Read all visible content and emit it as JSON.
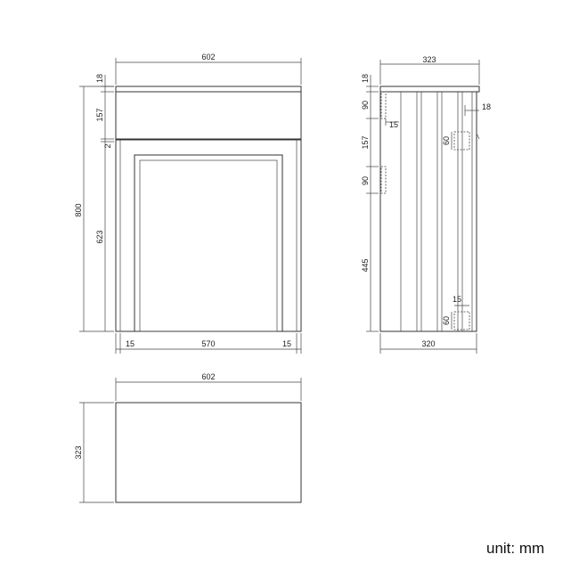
{
  "front_view": {
    "width_total": "602",
    "height_total": "800",
    "top_thickness": "18",
    "drawer_height": "157",
    "gap": "2",
    "door_height": "623",
    "side_left": "15",
    "door_width": "570",
    "side_right": "15"
  },
  "side_view": {
    "depth_total": "323",
    "depth_bottom": "320",
    "top_thickness": "18",
    "bracket_height_top": "90",
    "bracket_offset": "15",
    "upper_band": "157",
    "bracket_height_mid": "90",
    "lower_band": "445",
    "back_thickness": "18",
    "slot_height_top": "60",
    "slot_offset": "15",
    "slot_height_bottom": "60"
  },
  "top_view": {
    "width": "602",
    "depth": "323"
  },
  "unit_label": "unit: mm"
}
